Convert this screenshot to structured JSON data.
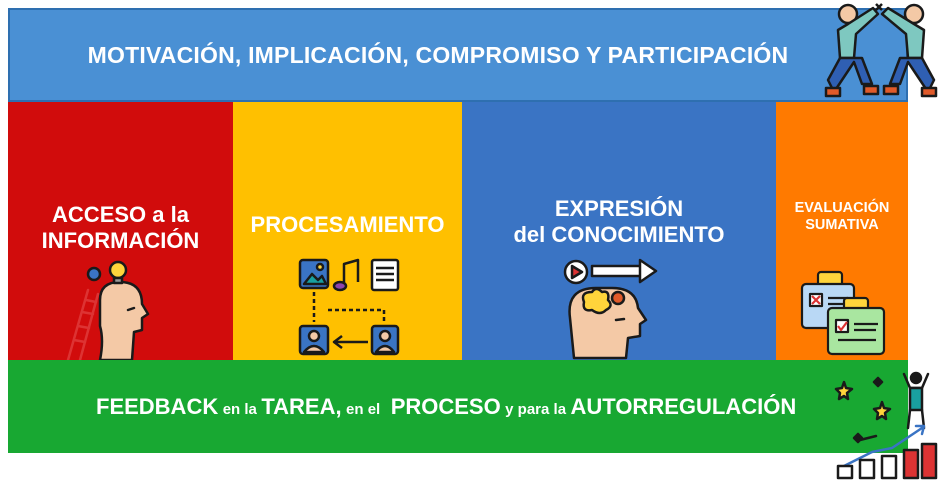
{
  "top_banner": {
    "text": "MOTIVACIÓN, IMPLICACIÓN, COMPROMISO Y PARTICIPACIÓN"
  },
  "columns": [
    {
      "line1": "ACCESO a la",
      "line2": "INFORMACIÓN",
      "color": "#d10c0c",
      "icon": "head-ladder-lightbulb-icon"
    },
    {
      "line1": "PROCESAMIENTO",
      "color": "#ffc000",
      "icon": "media-flow-icon"
    },
    {
      "line1": "EXPRESIÓN",
      "line2": "del CONOCIMIENTO",
      "color": "#3a74c4",
      "icon": "head-video-arrow-icon"
    },
    {
      "line1": "EVALUACIÓN",
      "line2": "SUMATIVA",
      "color": "#ff7a00",
      "icon": "checklist-cards-icon"
    }
  ],
  "bottom_banner": {
    "w1": "FEEDBACK",
    "w2": "en la",
    "w3": "TAREA,",
    "w4": "en el",
    "w5": "PROCESO",
    "w6": "y para la",
    "w7": "AUTORREGULACIÓN",
    "color": "#18a832",
    "icon": "growth-chart-person-icon"
  },
  "top_icon": "high-five-people-icon",
  "top_color": "#4a90d4"
}
